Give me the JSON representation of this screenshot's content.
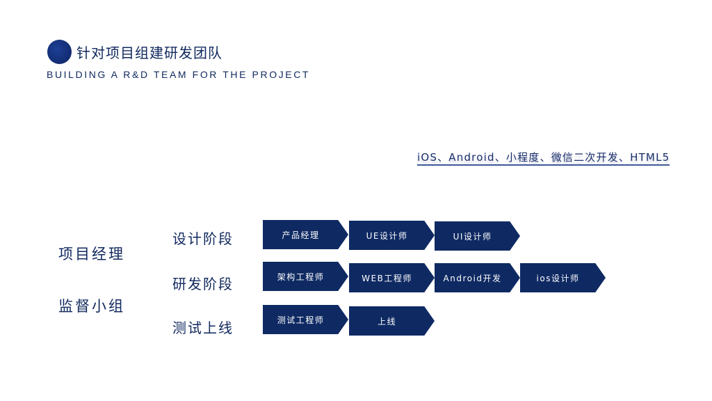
{
  "header": {
    "title": "针对项目组建研发团队",
    "subtitle": "BUILDING A R&D TEAM FOR THE PROJECT"
  },
  "tech_stack": "iOS、Android、小程度、微信二次开发、HTML5",
  "left_labels": [
    "项目经理",
    "监督小组"
  ],
  "stages": [
    {
      "label": "设计阶段",
      "steps": [
        "产品经理",
        "UE设计师",
        "UI设计师"
      ]
    },
    {
      "label": "研发阶段",
      "steps": [
        "架构工程师",
        "WEB工程师",
        "Android开发",
        "ios设计师"
      ]
    },
    {
      "label": "测试上线",
      "steps": [
        "测试工程师",
        "上线"
      ]
    }
  ],
  "colors": {
    "primary": "#0f2a63"
  }
}
